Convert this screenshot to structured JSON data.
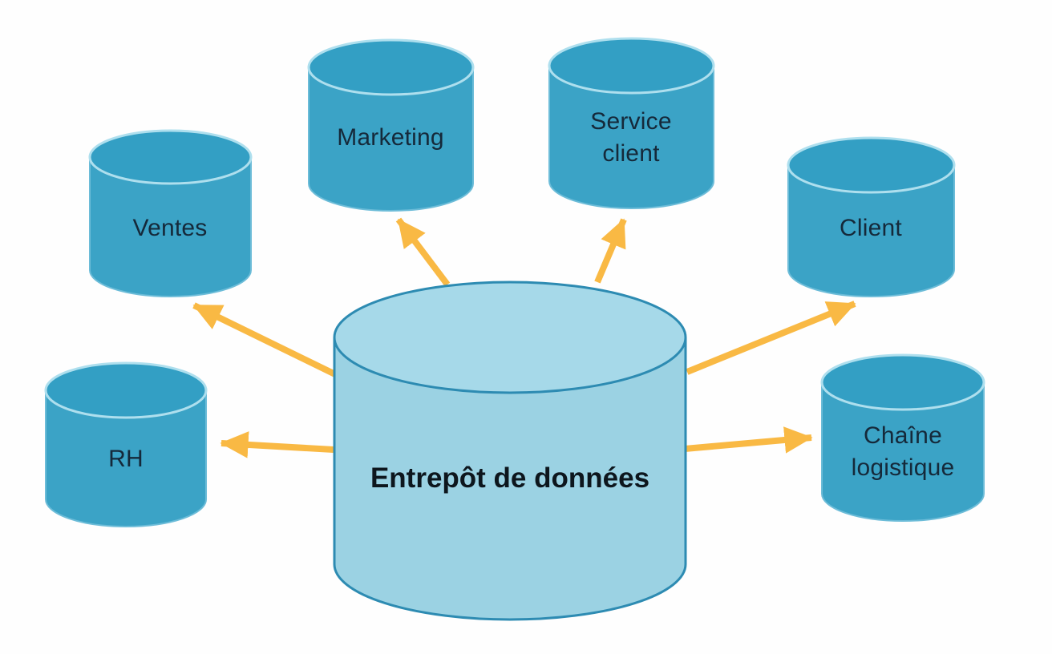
{
  "diagram": {
    "type": "hub-and-spoke data warehouse diagram",
    "center_node": {
      "id": "entrepot-de-donnees",
      "label": "Entrepôt de données",
      "shape": "cylinder"
    },
    "nodes": [
      {
        "id": "ventes",
        "label": "Ventes",
        "shape": "cylinder",
        "position": "upper-left"
      },
      {
        "id": "marketing",
        "label": "Marketing",
        "shape": "cylinder",
        "position": "top-left"
      },
      {
        "id": "service-client",
        "label": "Service client",
        "shape": "cylinder",
        "position": "top-right"
      },
      {
        "id": "client",
        "label": "Client",
        "shape": "cylinder",
        "position": "upper-right"
      },
      {
        "id": "rh",
        "label": "RH",
        "shape": "cylinder",
        "position": "left"
      },
      {
        "id": "chaine-logistique",
        "label": "Chaîne logistique",
        "shape": "cylinder",
        "position": "right"
      }
    ],
    "edges": [
      {
        "from": "entrepot-de-donnees",
        "to": "ventes",
        "style": "arrow"
      },
      {
        "from": "entrepot-de-donnees",
        "to": "marketing",
        "style": "arrow"
      },
      {
        "from": "entrepot-de-donnees",
        "to": "service-client",
        "style": "arrow"
      },
      {
        "from": "entrepot-de-donnees",
        "to": "client",
        "style": "arrow"
      },
      {
        "from": "entrepot-de-donnees",
        "to": "rh",
        "style": "arrow"
      },
      {
        "from": "entrepot-de-donnees",
        "to": "chaine-logistique",
        "style": "arrow"
      }
    ],
    "colors": {
      "satellite_fill": "#3ba3c6",
      "satellite_top_fill": "#339fc4",
      "satellite_rim_highlight": "#aedfee",
      "center_fill": "#9bd2e3",
      "center_top_fill": "#a6d9e9",
      "center_stroke": "#2d8bb2",
      "arrow": "#f9b944",
      "node_label_text": "#15293a",
      "center_label_text": "#0d161d",
      "background": "#fefefe"
    }
  }
}
